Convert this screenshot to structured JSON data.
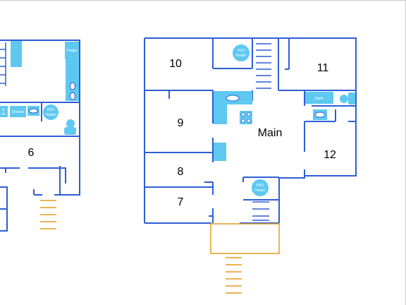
{
  "colors": {
    "wall": "#2d5fd3",
    "fixture": "#5ec8f0",
    "stairs_outdoor": "#e59a1e",
    "border": "#c8c8c8",
    "background": "#ffffff"
  },
  "left_plan": {
    "rooms": {
      "room_6": "6"
    },
    "fixtures": {
      "fridge": "Fridge",
      "shower_partial": "er",
      "shower_partial_2": "ter",
      "shower": "Shower",
      "water_heater_line1": "H2O",
      "water_heater_line2": "Heater"
    }
  },
  "right_plan": {
    "rooms": {
      "room_10": "10",
      "room_11": "11",
      "room_9": "9",
      "room_main": "Main",
      "room_12": "12",
      "room_8": "8",
      "room_7": "7"
    },
    "fixtures": {
      "water_heater_top_line1": "H2O",
      "water_heater_top_line2": "Heater",
      "bath": "Bath",
      "water_heater_bottom_line1": "H2O",
      "water_heater_bottom_line2": "Heater"
    }
  }
}
